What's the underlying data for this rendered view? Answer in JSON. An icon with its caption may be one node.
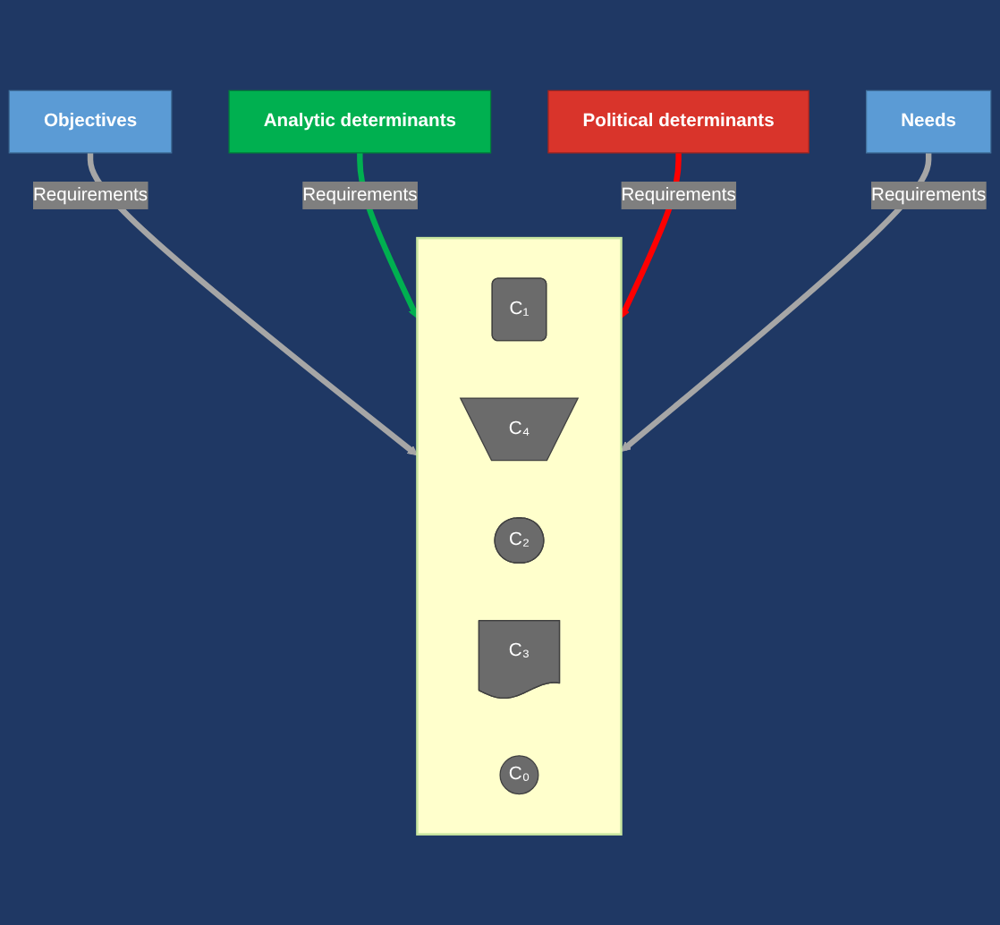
{
  "diagram": {
    "nodes": [
      {
        "text": [
          "Objectives"
        ]
      },
      {
        "text": [
          "Analytic determinants"
        ]
      },
      {
        "text": [],
        "shape": "box"
      },
      {
        "text": [
          "C₁"
        ],
        "in": 2
      },
      {
        "text": [
          "C₄"
        ],
        "in": 2
      },
      {
        "text": [
          "C₂"
        ],
        "in": 2
      },
      {
        "text": [
          "C₃"
        ],
        "in": 2
      },
      {
        "text": [
          "C₀"
        ],
        "in": 2
      },
      {
        "text": [
          "Political determinants"
        ]
      },
      {
        "text": [
          "Needs"
        ]
      }
    ],
    "edges": [
      {
        "from": 0,
        "to": 2,
        "arrow": "to",
        "label": "Requirements"
      },
      {
        "from": 1,
        "to": 2,
        "arrow": "to",
        "label": "Requirements",
        "color": "#00b050"
      },
      {
        "from": 8,
        "to": 2,
        "arrow": "to",
        "label": "Requirements",
        "color": "#ff0000"
      },
      {
        "from": 9,
        "to": 2,
        "arrow": "to",
        "label": "Requirements"
      }
    ]
  }
}
